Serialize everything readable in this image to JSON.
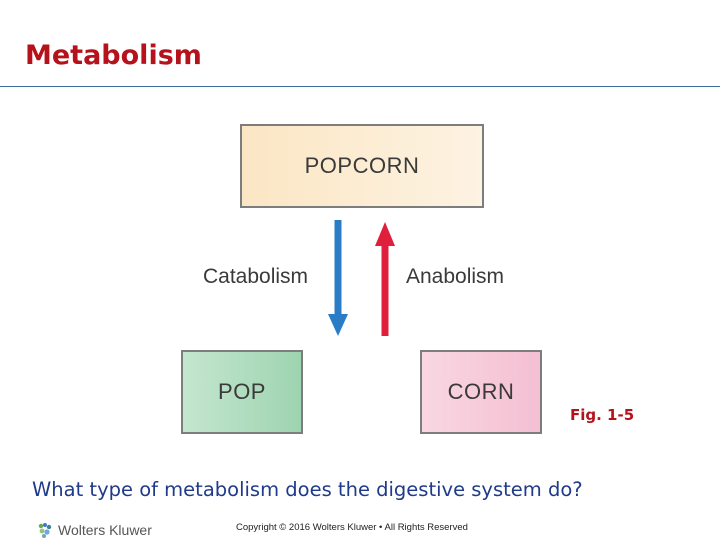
{
  "slide": {
    "title": "Metabolism",
    "fig_label": "Fig. 1-5",
    "question": "What type of metabolism does the digestive system do?"
  },
  "diagram": {
    "top_box": "POPCORN",
    "left_box": "POP",
    "right_box": "CORN",
    "down_label": "Catabolism",
    "up_label": "Anabolism",
    "colors": {
      "catabolism_arrow": "#2a7cc7",
      "anabolism_arrow": "#e01f3d",
      "title": "#b5121b"
    }
  },
  "footer": {
    "logo_text": "Wolters Kluwer",
    "logo_icon": "wolters-kluwer-logo-icon",
    "copyright": "Copyright © 2016 Wolters Kluwer • All Rights Reserved"
  }
}
